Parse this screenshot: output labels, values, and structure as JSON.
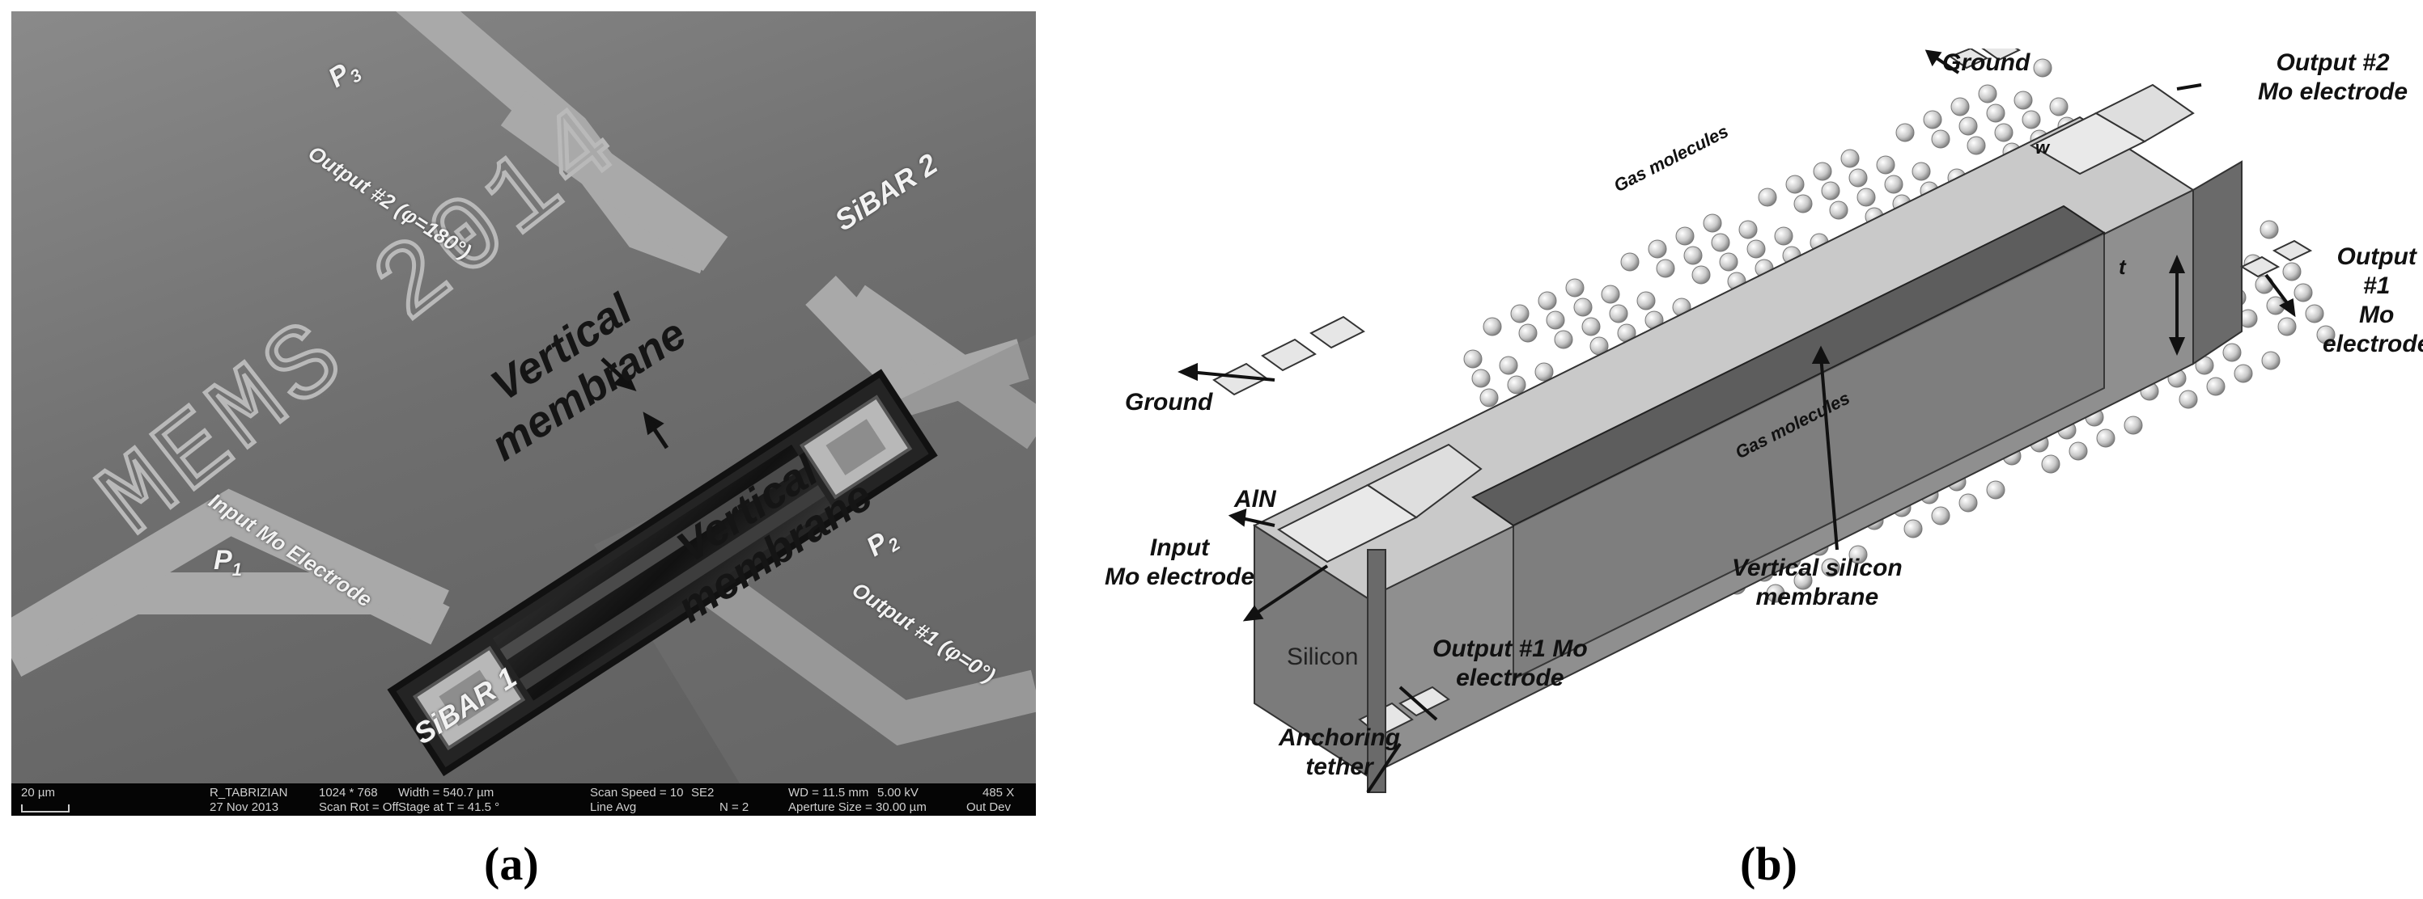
{
  "panel_a": {
    "watermark": "MEMS 2014",
    "p3": "P",
    "p3_sub": "3",
    "p3_caption": "Output #2 (φ=180°)",
    "sibar2": "SiBAR 2",
    "membrane_upper": "Vertical\nmembrane",
    "membrane_lower": "Vertical\nmembrane",
    "input_caption": "Input Mo Electrode",
    "p1": "P",
    "p1_sub": "1",
    "p2": "P",
    "p2_sub": "2",
    "p2_caption": "Output #1 (φ=0°)",
    "sibar1": "SiBAR 1",
    "scale_bar": "20 µm",
    "info": {
      "operator": "R_TABRIZIAN",
      "date": "27 Nov 2013",
      "resolution": "1024 * 768",
      "scan_rot": "Scan Rot = Off",
      "width": "Width = 540.7 µm",
      "stage": "Stage at T = 41.5 °",
      "scan_speed": "Scan Speed = 10",
      "detector": "SE2",
      "line_avg": "Line Avg",
      "n": "N = 2",
      "wd": "WD = 11.5 mm",
      "kv": "5.00 kV",
      "mag": "485 X",
      "aperture": "Aperture Size = 30.00 µm",
      "out_dev": "Out Dev"
    }
  },
  "panel_b": {
    "ground_top": "Ground",
    "output2": "Output #2\nMo electrode",
    "w": "w",
    "t": "t",
    "gas_top": "Gas molecules",
    "output1_right": "Output #1\nMo electrode",
    "ground_left": "Ground",
    "aln": "AlN",
    "gas_bottom": "Gas molecules",
    "input": "Input\nMo electrode",
    "vertical_si": "Vertical silicon\nmembrane",
    "silicon": "Silicon",
    "output1_bottom": "Output #1 Mo\nelectrode",
    "anchoring": "Anchoring\ntether"
  },
  "panel_labels": {
    "a": "(a)",
    "b": "(b)"
  }
}
